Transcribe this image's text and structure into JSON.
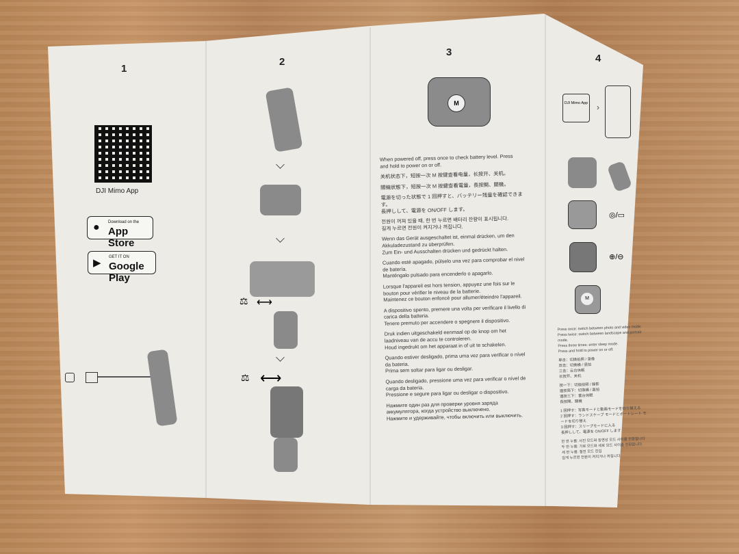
{
  "panels": {
    "p1": {
      "number": "1",
      "app_name": "DJI Mimo App",
      "app_store": {
        "small": "Download on the",
        "big": "App Store"
      },
      "google_play": {
        "small": "GET IT ON",
        "big": "Google Play"
      }
    },
    "p2": {
      "number": "2"
    },
    "p3": {
      "number": "3",
      "button_label": "M",
      "paragraphs": [
        [
          "When powered off, press once to check battery level. Press and hold to power on or off."
        ],
        [
          "关机状态下，短按一次 M 按键查看电量，长按开、关机。"
        ],
        [
          "關機狀態下，短按一次 M 按鍵查看電量，長按開、關機。"
        ],
        [
          "電源を切った状態で 1 回押すと、バッテリー残量を確認できます。",
          "長押しして、電源を ON/OFF します。"
        ],
        [
          "전원이 꺼져 있을 때, 한 번 누르면 배터리 잔량이 표시됩니다.",
          "길게 누르면 전원이 켜지거나 꺼집니다."
        ],
        [
          "Wenn das Gerät ausgeschaltet ist, einmal drücken, um den Akkuladezustand zu überprüfen.",
          "Zum Ein- und Ausschalten drücken und gedrückt halten."
        ],
        [
          "Cuando esté apagado, púlselo una vez para comprobar el nivel de batería.",
          "Manténgalo pulsado para encenderlo o apagarlo."
        ],
        [
          "Lorsque l'appareil est hors tension, appuyez une fois sur le bouton pour vérifier le niveau de la batterie.",
          "Maintenez ce bouton enfoncé pour allumer/éteindre l'appareil."
        ],
        [
          "A dispositivo spento, premere una volta per verificare il livello di carica della batteria.",
          "Tenere premuto per accendere o spegnere il dispositivo."
        ],
        [
          "Druk indien uitgeschakeld eenmaal op de knop om het laadniveau van de accu te controleren.",
          "Houd ingedrukt om het apparaat in of uit te schakelen."
        ],
        [
          "Quando estiver desligado, prima uma vez para verificar o nível da bateria.",
          "Prima sem soltar para ligar ou desligar."
        ],
        [
          "Quando desligado, pressione uma vez para verificar o nível de carga da bateria.",
          "Pressione e segure para ligar ou desligar o dispositivo."
        ],
        [
          "Нажмите один раз для проверки уровня заряда аккумулятора, когда устройство выключено.",
          "Нажмите и удерживайте, чтобы включить или выключить."
        ]
      ]
    },
    "p4": {
      "number": "4",
      "app_tile": "DJI Mimo App",
      "button_label": "M",
      "camera_icons": "◎/▭",
      "zoom_icons": "⊕/⊖",
      "paragraphs": [
        [
          "Press once: switch between photo and video mode.",
          "Press twice: switch between landscape and portrait mode.",
          "Press three times: enter sleep mode.",
          "Press and hold to power on or off."
        ],
        [
          "单击：切换拍照 / 录像",
          "双击：切换横 / 竖拍",
          "三击：云台休眠",
          "长按开、关机"
        ],
        [
          "按一下：切換拍照 / 錄影",
          "連按兩下：切換橫 / 直拍",
          "連按三下：雲台休眠",
          "長按開、關機"
        ],
        [
          "1 回押す：写真モードと動画モードを切り替える",
          "2 回押す：ランドスケープ モードとポートレート モードを切り替え",
          "3 回押す：スリープモードに入る",
          "長押しして、電源を ON/OFF します"
        ],
        [
          "한 번 누름: 사진 모드와 동영상 모드 사이를 전환합니다",
          "두 번 누름: 가로 모드와 세로 모드 사이를 전환합니다",
          "세 번 누름: 절전 모드 진입",
          "길게 누르면 전원이 켜지거나 꺼집니다"
        ]
      ]
    }
  },
  "colors": {
    "paper": "#ecebe6",
    "wood": "#c0905f",
    "ink": "#222222"
  }
}
